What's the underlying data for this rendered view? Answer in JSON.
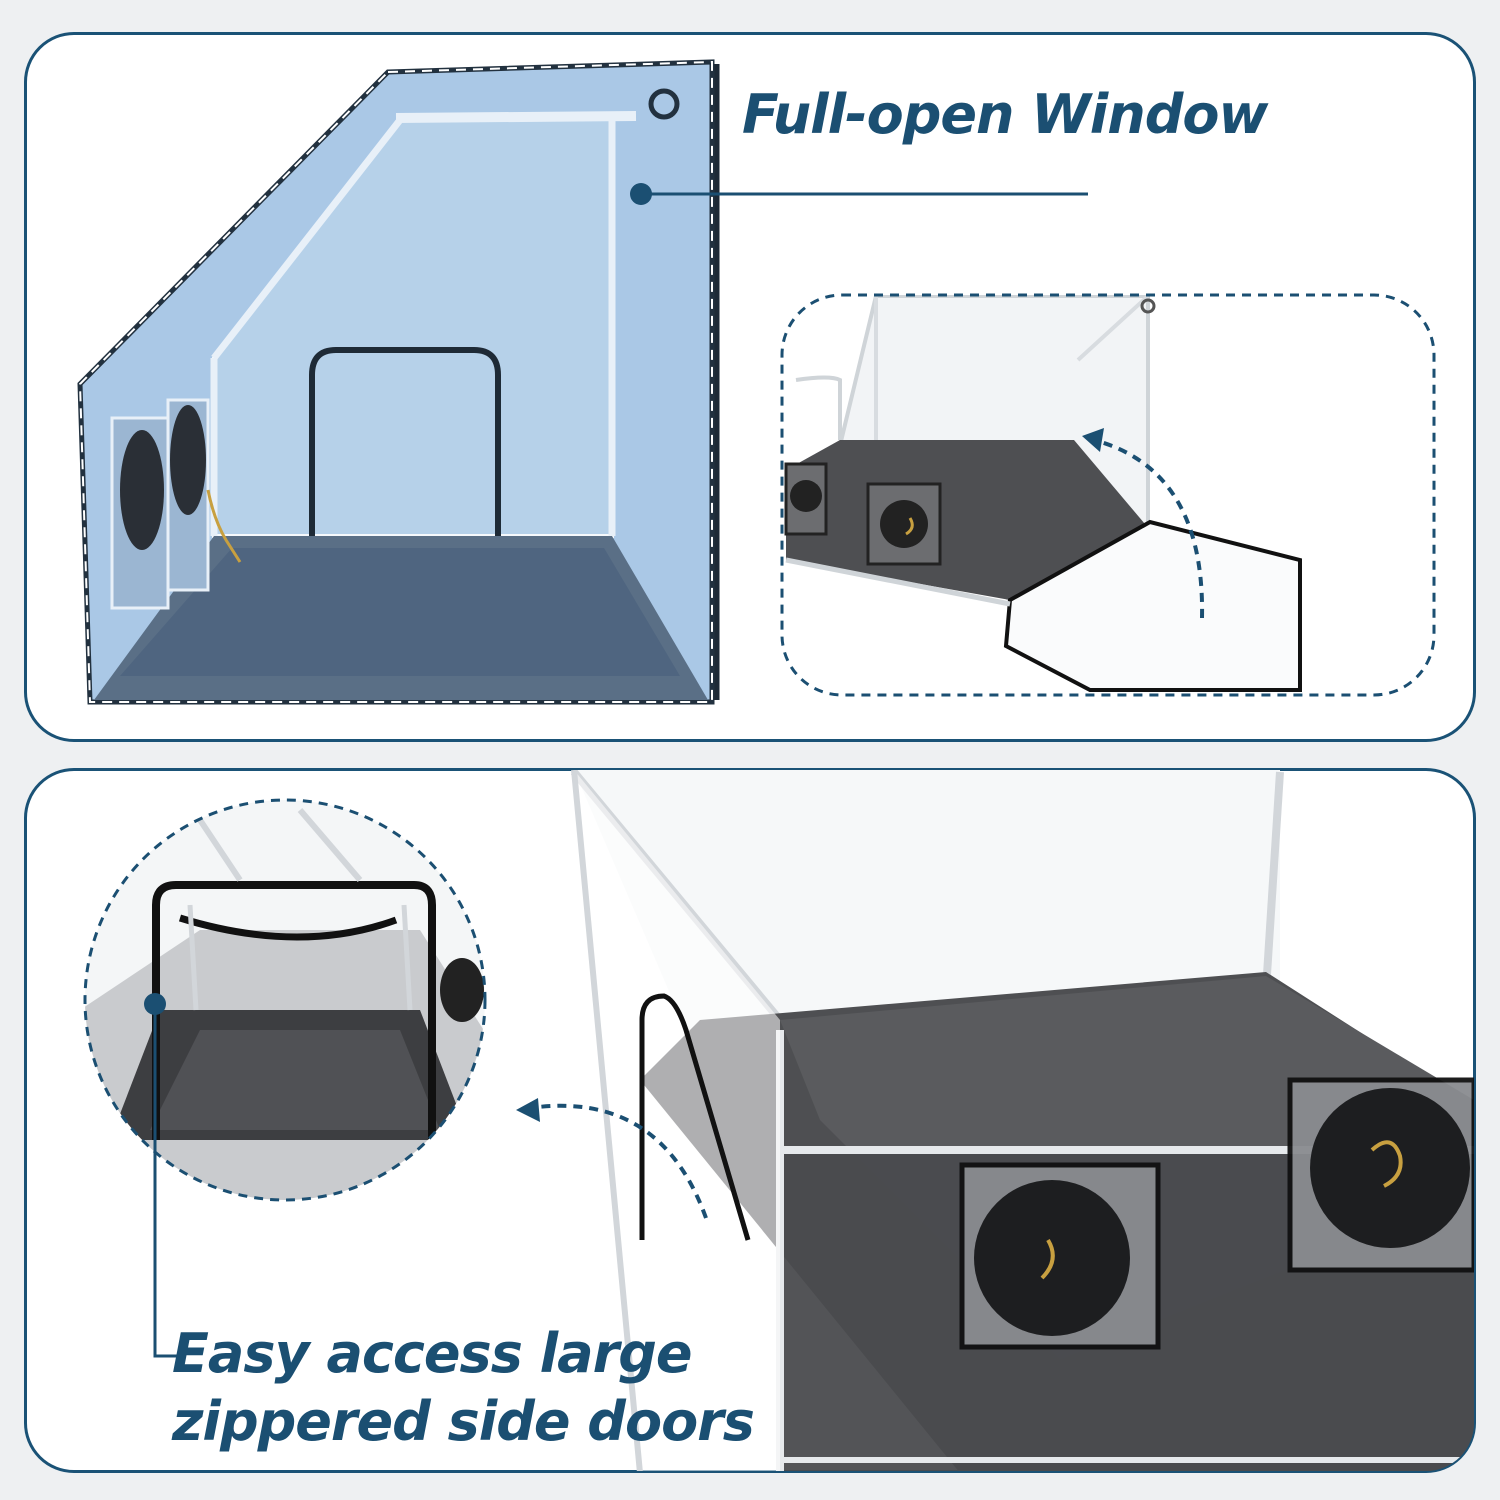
{
  "feature_window": {
    "caption": "Full-open Window"
  },
  "feature_doors": {
    "caption_line1": "Easy access large",
    "caption_line2": "zippered side doors"
  },
  "colors": {
    "accent": "#1b4f72",
    "panel_border": "#1a5276",
    "tint_blue": "#aac8e6",
    "floor_gray": "#4e4f52",
    "zipper_black": "#111111",
    "rope_gold": "#c8a040"
  },
  "icons": {
    "callout_dot": "dot-marker-icon",
    "curved_arrow": "curved-arrow-icon"
  }
}
